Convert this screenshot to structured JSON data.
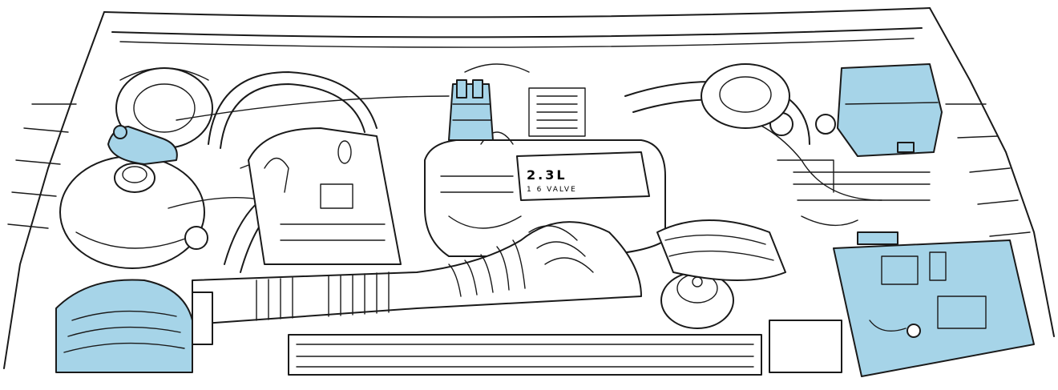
{
  "engine_cover": {
    "displacement": "2.3L",
    "valve_text": "1 6 VALVE"
  },
  "highlight_color": "#a6d4e8",
  "line_color": "#1a1a1a",
  "highlighted_components": [
    "air-filter-housing",
    "pcv-sensor",
    "ignition-coil",
    "power-distribution-box",
    "battery"
  ]
}
